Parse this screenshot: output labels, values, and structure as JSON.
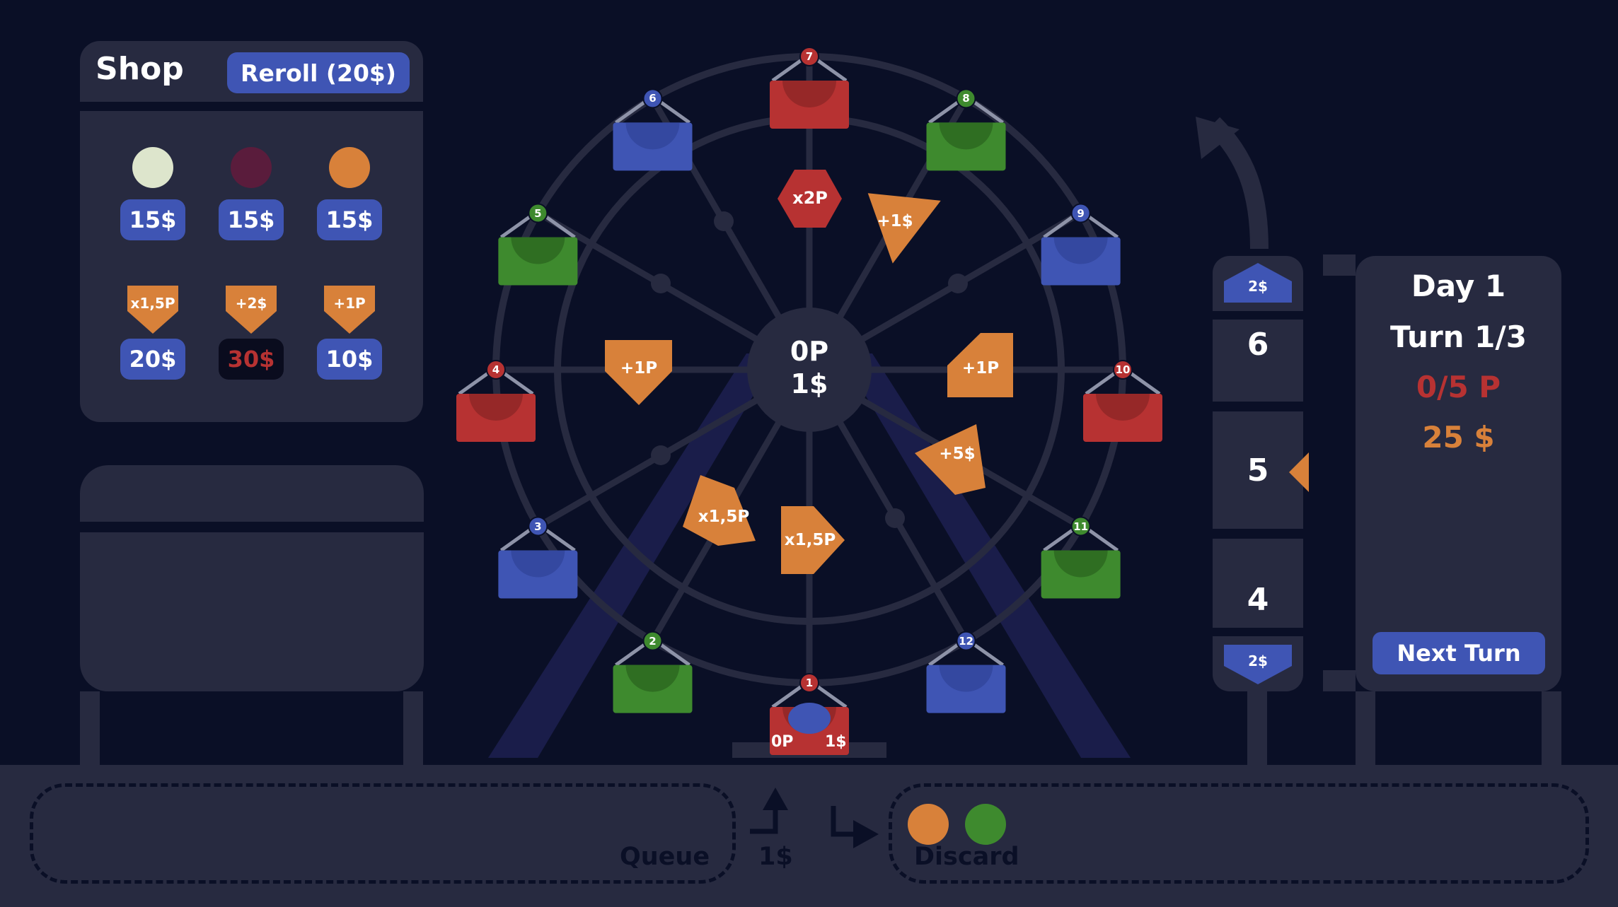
{
  "shop": {
    "title": "Shop",
    "reroll_label": "Reroll (20$)",
    "orbs": [
      {
        "color": "#dde5cc",
        "price": "15$"
      },
      {
        "color": "#5a1c3c",
        "price": "15$"
      },
      {
        "color": "#d8813a",
        "price": "15$"
      }
    ],
    "upgrades": [
      {
        "label": "x1,5P",
        "price": "20$",
        "affordable": true
      },
      {
        "label": "+2$",
        "price": "30$",
        "affordable": false
      },
      {
        "label": "+1P",
        "price": "10$",
        "affordable": true
      }
    ]
  },
  "wheel": {
    "hub_points": "0P",
    "hub_money": "1$",
    "cabins": [
      {
        "n": "1",
        "color": "red",
        "label_left": "0P",
        "label_right": "1$"
      },
      {
        "n": "2",
        "color": "green"
      },
      {
        "n": "3",
        "color": "blue"
      },
      {
        "n": "4",
        "color": "red"
      },
      {
        "n": "5",
        "color": "green"
      },
      {
        "n": "6",
        "color": "blue"
      },
      {
        "n": "7",
        "color": "red"
      },
      {
        "n": "8",
        "color": "green"
      },
      {
        "n": "9",
        "color": "blue"
      },
      {
        "n": "10",
        "color": "red"
      },
      {
        "n": "11",
        "color": "green"
      },
      {
        "n": "12",
        "color": "blue"
      }
    ],
    "tokens": [
      "x2P",
      "+1$",
      "+1P",
      "+1P",
      "+5$",
      "x1,5P",
      "x1,5P"
    ]
  },
  "sequence": {
    "up_cost": "2$",
    "down_cost": "2$",
    "cells": [
      "6",
      "5",
      "4"
    ],
    "current": "5"
  },
  "day": {
    "day_label": "Day 1",
    "turn_label": "Turn 1/3",
    "points": "0/5 P",
    "money": "25 $",
    "next_turn_label": "Next Turn"
  },
  "bottom": {
    "queue_label": "Queue",
    "transfer_cost": "1$",
    "discard_label": "Discard",
    "discard_orbs": [
      "#d8813a",
      "#3e8a2e"
    ]
  },
  "colors": {
    "background": "#0a0f26",
    "panel": "#272a40",
    "accent": "#3f55b4",
    "red": "#b73232",
    "orange": "#d8813a"
  }
}
